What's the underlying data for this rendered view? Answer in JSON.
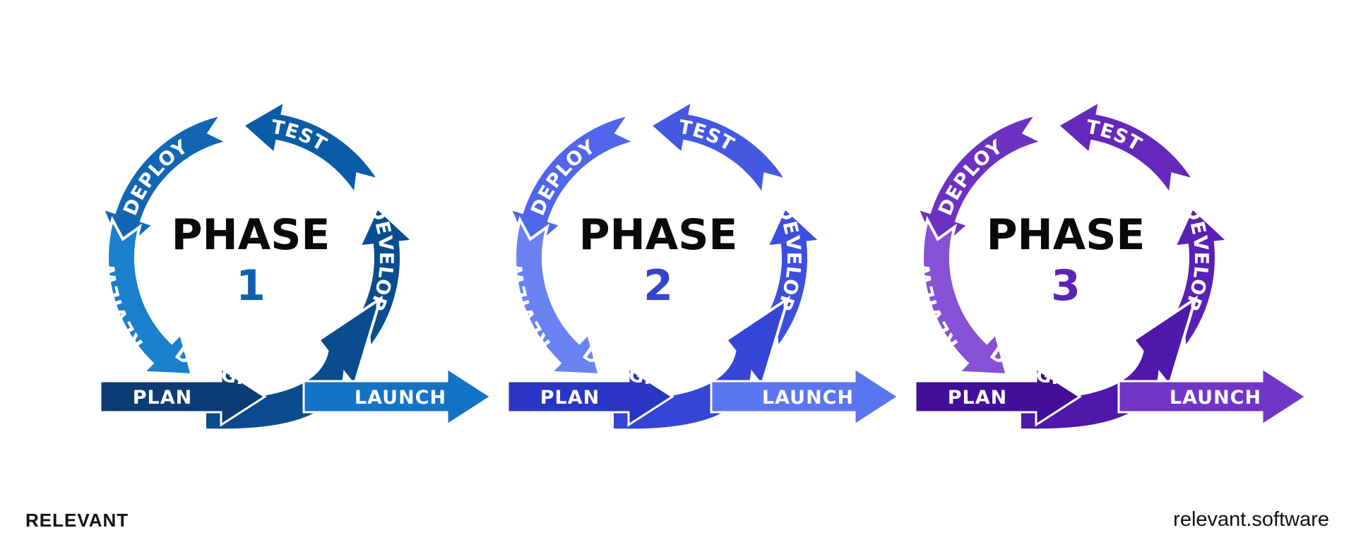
{
  "footer": {
    "brand": "RELEVANT",
    "site": "relevant.software"
  },
  "phases": [
    {
      "title": "PHASE",
      "number": "1",
      "colors": {
        "plan": "#0d3c74",
        "design": "#0a4b8e",
        "launch": "#1373c4",
        "develop": "#084d8f",
        "test": "#0a5ca8",
        "deploy": "#1366b4",
        "review": "#1a7fcc",
        "number": "#1160b0"
      },
      "labels": [
        "PLAN",
        "DESIGN",
        "LAUNCH",
        "DEVELOP",
        "TEST",
        "DEPLOY",
        "REVIEW"
      ]
    },
    {
      "title": "PHASE",
      "number": "2",
      "colors": {
        "plan": "#2a35c4",
        "design": "#3545d6",
        "launch": "#5b74f0",
        "develop": "#3d4fde",
        "test": "#4558e2",
        "deploy": "#4f66ea",
        "review": "#6b82f2",
        "number": "#3444cf"
      },
      "labels": [
        "PLAN",
        "DESIGN",
        "LAUNCH",
        "DEVELOP",
        "TEST",
        "DEPLOY",
        "REVIEW"
      ]
    },
    {
      "title": "PHASE",
      "number": "3",
      "colors": {
        "plan": "#420e9a",
        "design": "#4f18aa",
        "launch": "#7135c8",
        "develop": "#5a1fb4",
        "test": "#6428ba",
        "deploy": "#6d32c2",
        "review": "#8651d4",
        "number": "#5a24b4"
      },
      "labels": [
        "PLAN",
        "DESIGN",
        "LAUNCH",
        "DEVELOP",
        "TEST",
        "DEPLOY",
        "REVIEW"
      ]
    }
  ]
}
